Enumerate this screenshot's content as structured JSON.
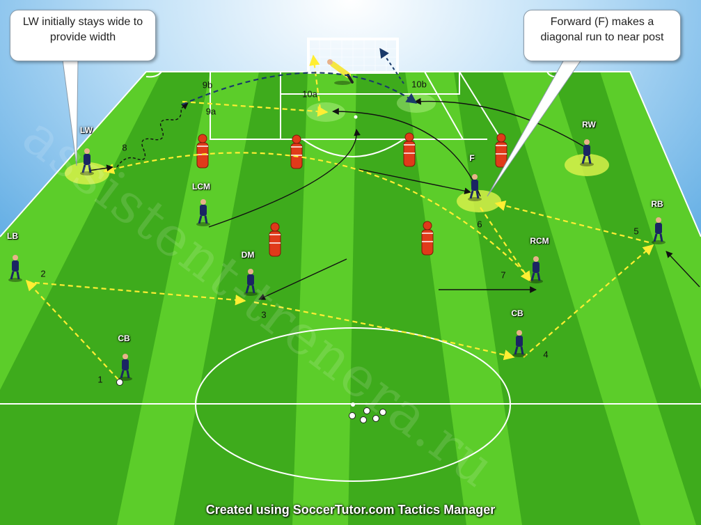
{
  "callouts": {
    "left": "LW initially stays wide to provide width",
    "right": "Forward (F) makes a diagonal run to near post"
  },
  "players": {
    "lw": "LW",
    "lcm": "LCM",
    "lb": "LB",
    "dm": "DM",
    "cb_left": "CB",
    "f": "F",
    "rw": "RW",
    "rb": "RB",
    "rcm": "RCM",
    "cb_right": "CB"
  },
  "sequence": {
    "n1": "1",
    "n2": "2",
    "n3": "3",
    "n4": "4",
    "n5": "5",
    "n6": "6",
    "n7": "7",
    "n8": "8",
    "n9a": "9a",
    "n9b": "9b",
    "n10a": "10a",
    "n10b": "10b"
  },
  "watermark": "assistent-trenera.ru",
  "footer": "Created using SoccerTutor.com Tactics Manager",
  "colors": {
    "sky": "#2a8fd9",
    "pitch_light": "#5ccd2a",
    "pitch_dark": "#3eab1c",
    "pass_line": "#ffee33",
    "run_line": "#111111",
    "player_kit": "#1a2563",
    "mannequin": "#e03a1a",
    "zone": "#d6f04a"
  }
}
